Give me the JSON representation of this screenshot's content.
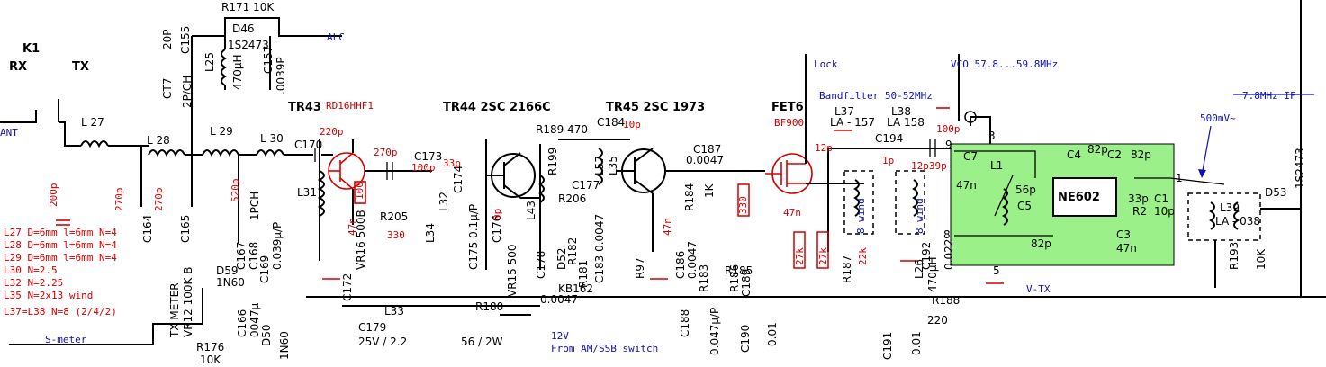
{
  "labels": {
    "relay": "K1",
    "rx": "RX",
    "tx": "TX",
    "ant": "ANT",
    "alc": "ALC",
    "smeter": "S-meter",
    "tr43": "TR43",
    "tr43_sub": "RD16HHF1",
    "tr44": "TR44  2SC 2166C",
    "tr45": "TR45  2SC 1973",
    "fet6": "FET6",
    "fet6_sub": "BF900",
    "lock": "Lock",
    "vco": "VCO 57.8...59.8MHz",
    "bandfilter": "Bandfilter 50-52MHz",
    "if": "7.8MHz IF",
    "if_level": "500mV~",
    "vtx": "V-TX",
    "v12": "12V",
    "v12_from": "From AM/SSB switch",
    "ic": "NE602",
    "l37": "L37",
    "l37_part": "LA - 157",
    "l38": "L38",
    "l38_part": "LA 158",
    "l39": "L39",
    "l39_part": "LA - 038",
    "wind1": "8 wind",
    "wind2": "8 wind",
    "tx_meter": "TX METER",
    "vr12": "VR12  100K B",
    "r176": "R176",
    "r176_val": "10K",
    "r171": "R171  10K",
    "d46": "D46",
    "d46_part": "1S2473",
    "d53": "D53",
    "d53_part": "1S2473",
    "r193": "R193",
    "r193_val": "10K"
  },
  "red_values": [
    "200p",
    "270p",
    "270p",
    "520p",
    "220p",
    "270p",
    "100p",
    "33p",
    "10p",
    "47n",
    "100",
    "330",
    "47n",
    "12p",
    "1p",
    "100p",
    "12p39p",
    "47n",
    "27k",
    "27k",
    "0p",
    "22k",
    "330"
  ],
  "notes": [
    "L27 D=6mm l=6mm N=4",
    "L28 D=6mm l=6mm N=4",
    "L29 D=6mm l=6mm N=4",
    "L30 N=2.5",
    "L32 N=2.25",
    "L35 N=2x13 wind",
    "L37=L38 N=8 (2/4/2)"
  ],
  "components": {
    "c155": "C155",
    "ct7": "CT7",
    "ct7_val": "2P/CH",
    "c20p": "20P",
    "l25": "L25",
    "l25_val": "470μH",
    "c157": "C157",
    "c157_val": ".0039P",
    "l27": "L 27",
    "l28": "L 28",
    "l29": "L 29",
    "l30": "L 30",
    "c164": "C164",
    "c165": "C165",
    "c167": "C167",
    "c168": "C168",
    "c168_val": "1PCH",
    "c169": "C169",
    "c169_val": "0.039μ/P",
    "c170": "C170",
    "c173": "C173",
    "c174": "C174",
    "l31": "L31",
    "l32": "L32",
    "l33": "L33",
    "l34": "L34",
    "c175": "C175  0.1μ/P",
    "c176": "C176",
    "c177": "C177",
    "c178": "C178",
    "c179": "C179",
    "c179_val": "25V / 2.2",
    "c172": "C172",
    "vr16": "VR16  500B",
    "r205": "R205",
    "d59": "D59",
    "d59_part": "1N60",
    "d50": "D50",
    "d50_part": "1N60",
    "c166": "C166",
    "c166_val": "0047μ",
    "r189": "R189  470",
    "c184": "C184",
    "r199": "R199",
    "r206": "R206",
    "l43": "L43",
    "l57": "L57",
    "l35": "L35",
    "vr15": "VR15  500",
    "d52": "D52",
    "kb162": "KB162",
    "r180": "R180",
    "r180_val": "0.0047",
    "r182": "R182",
    "r181": "R181",
    "c183": "C183 0.0047",
    "r97": "R97",
    "c187": "C187",
    "c187_val": "0.0047",
    "r184": "R184",
    "r184_val": "1K",
    "c186": "C186",
    "c186_val": "0.0047",
    "r183": "R183",
    "r185": "R185",
    "r186": "R186",
    "c188": "C188",
    "c189": "C189",
    "c190": "C190",
    "c190_val": "0.01",
    "c188_val": "0.047μ/P",
    "c192": "C192",
    "c192_val": "0.022",
    "c191": "C191",
    "c191_val": "0.01",
    "l26": "L26",
    "l26_val": "470μH",
    "r188": "R188",
    "r188_val": "220",
    "r187": "R187",
    "c194": "C194",
    "c7": "C7",
    "c7_val": "47n",
    "l1": "L1",
    "c4": "C4",
    "c4_val": "82p",
    "c2": "C2",
    "c2_val": "82p",
    "c5": "C5",
    "c5_val": "56p",
    "c82": "82p",
    "c1": "C1",
    "c1_val": "10p",
    "r2": "R2",
    "r2_val": "33p",
    "c3": "C3",
    "c3_val": "47n",
    "r56": "56 / 2W",
    "pin9": "9",
    "pin8": "8",
    "pin3": "3",
    "pin5": "5",
    "pin1": "1"
  }
}
